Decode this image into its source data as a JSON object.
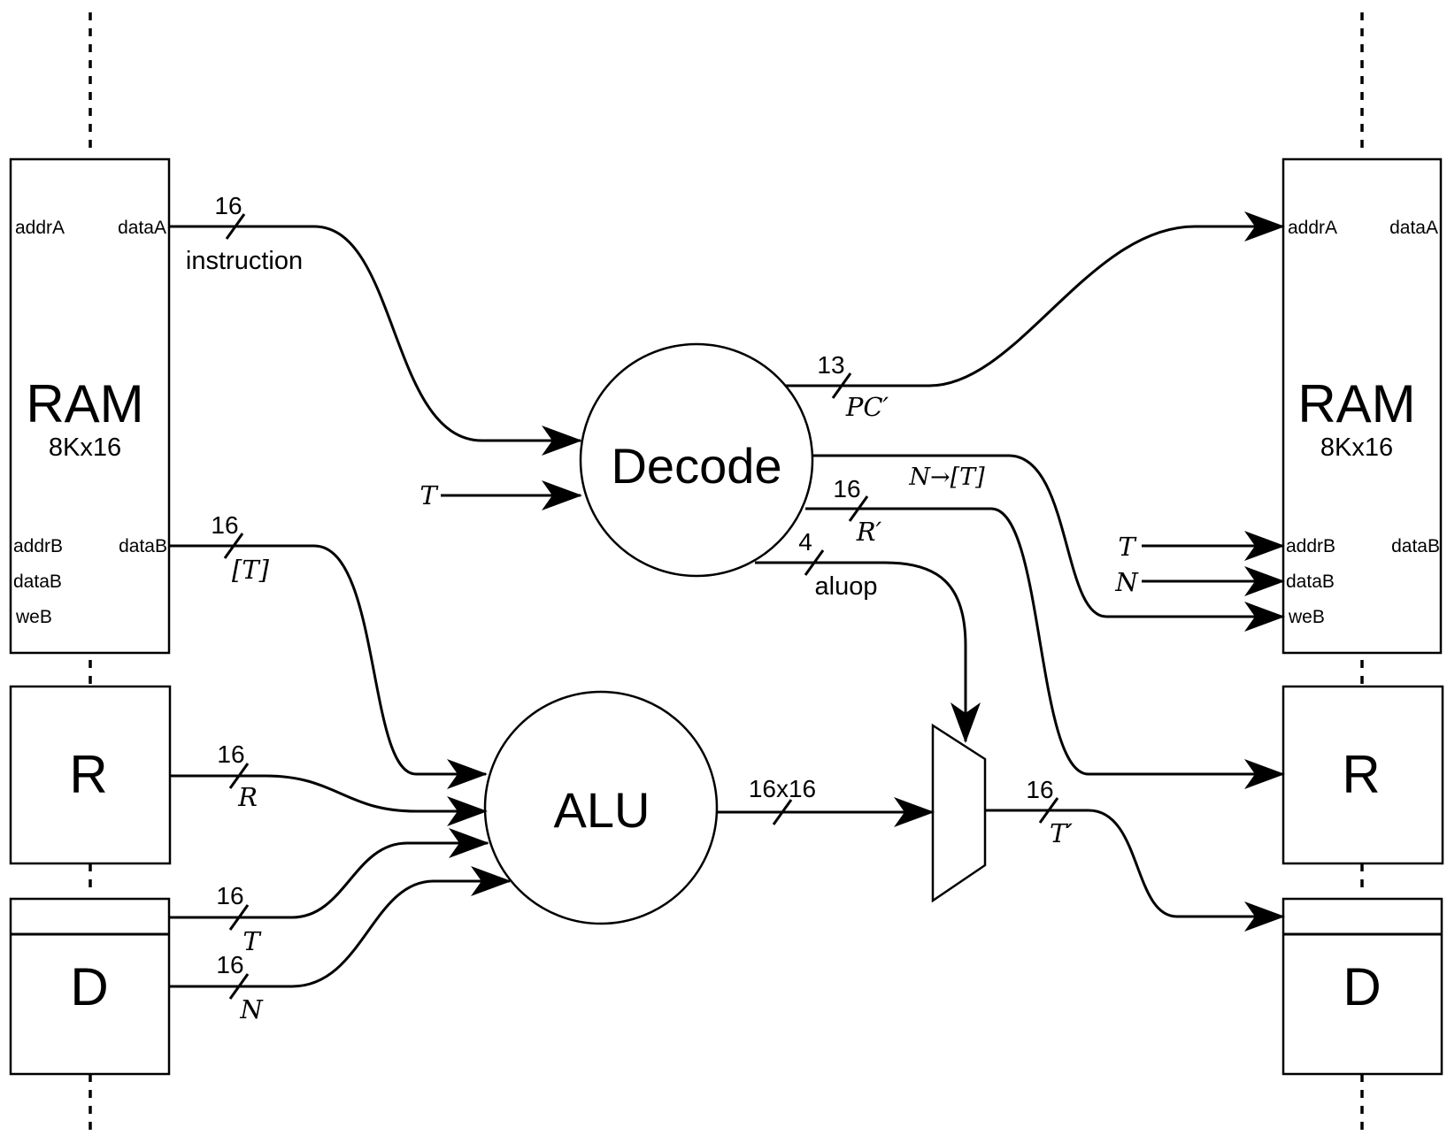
{
  "ram_left": {
    "title": "RAM",
    "size": "8Kx16",
    "ports": {
      "addrA": "addrA",
      "dataA": "dataA",
      "addrB": "addrB",
      "dataB_out": "dataB",
      "dataB_in": "dataB",
      "weB": "weB"
    }
  },
  "ram_right": {
    "title": "RAM",
    "size": "8Kx16",
    "ports": {
      "addrA": "addrA",
      "dataA": "dataA",
      "addrB": "addrB",
      "dataB_out": "dataB",
      "dataB_in": "dataB",
      "weB": "weB"
    }
  },
  "r_left": "R",
  "r_right": "R",
  "d_left": "D",
  "d_right": "D",
  "decode": "Decode",
  "alu": "ALU",
  "wires": {
    "instruction": {
      "width": "16",
      "label": "instruction"
    },
    "memT": {
      "width": "16",
      "label": "[T]"
    },
    "r_in": {
      "width": "16",
      "label": "R"
    },
    "t_in": {
      "width": "16",
      "label": "T"
    },
    "n_in": {
      "width": "16",
      "label": "N"
    },
    "decode_T": {
      "label": "T"
    },
    "pc_next": {
      "width": "13",
      "label": "PC′"
    },
    "n_to_t": {
      "label": "N→[T]"
    },
    "r_next": {
      "width": "16",
      "label": "R′"
    },
    "aluop": {
      "width": "4",
      "label": "aluop"
    },
    "alu_out": {
      "width": "16x16"
    },
    "t_next": {
      "width": "16",
      "label": "T′"
    },
    "ram_T": {
      "label": "T"
    },
    "ram_N": {
      "label": "N"
    }
  }
}
